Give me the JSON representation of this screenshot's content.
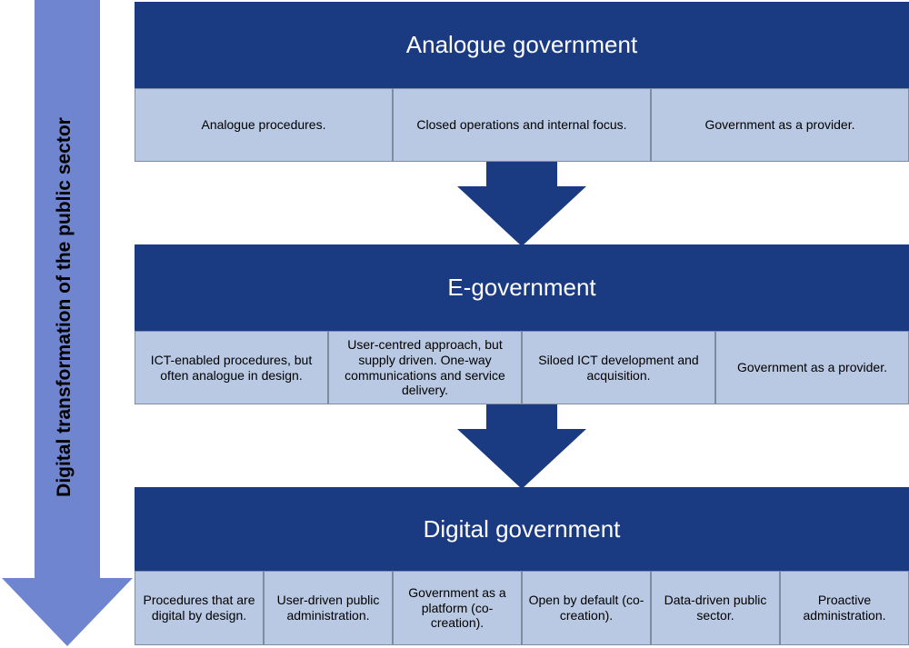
{
  "side_label": "Digital transformation of the public sector",
  "colors": {
    "header": "#1a3a82",
    "cell": "#b9c9e3",
    "arrow_dark": "#1a3a82",
    "arrow_side": "#6f85cf"
  },
  "stages": [
    {
      "title": "Analogue government",
      "items": [
        "Analogue procedures.",
        "Closed operations and internal focus.",
        "Government as a provider."
      ]
    },
    {
      "title": "E-government",
      "items": [
        "ICT-enabled procedures, but often analogue in design.",
        "User-centred approach, but supply driven. One-way communications and service delivery.",
        "Siloed ICT development and acquisition.",
        "Government as a provider."
      ]
    },
    {
      "title": "Digital government",
      "items": [
        "Procedures that are digital by design.",
        "User-driven public administration.",
        "Government as a platform (co-creation).",
        "Open by default (co-creation).",
        "Data-driven public sector.",
        "Proactive administration."
      ]
    }
  ]
}
